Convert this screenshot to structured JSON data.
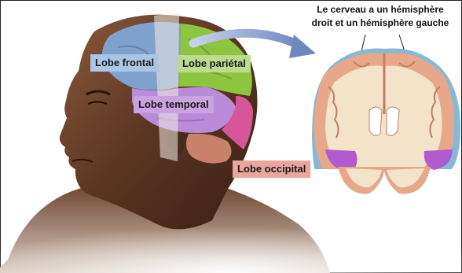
{
  "labels": {
    "frontal": "Lobe frontal",
    "parietal": "Lobe pariétal",
    "temporal": "Lobe temporal",
    "occipital": "Lobe occipital"
  },
  "caption": {
    "line1": "Le cerveau a un hémisphère",
    "line2": "droit et un hémisphère gauche"
  },
  "colors": {
    "frontal": "#7fa6d6",
    "parietal": "#8cc63f",
    "temporal": "#b98bd9",
    "occipital": "#d9559a",
    "arrow": "#7f95c4"
  }
}
